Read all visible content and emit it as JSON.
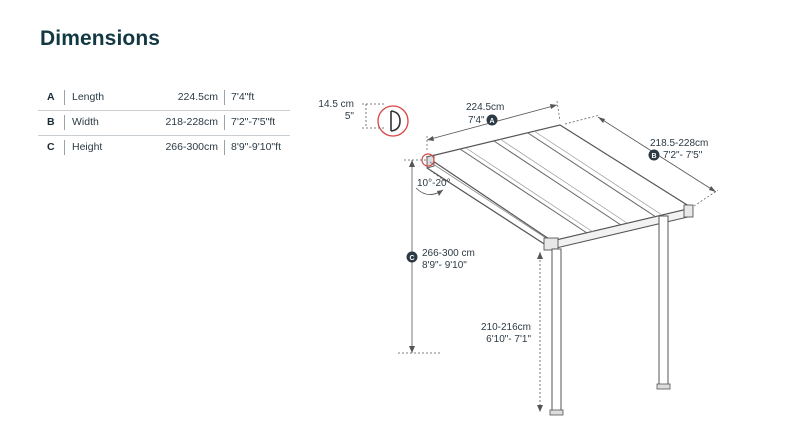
{
  "title": "Dimensions",
  "dimensions": [
    {
      "letter": "A",
      "label": "Length",
      "metric": "224.5cm",
      "imperial": "7'4\"ft"
    },
    {
      "letter": "B",
      "label": "Width",
      "metric": "218-228cm",
      "imperial": "7'2\"-7'5\"ft"
    },
    {
      "letter": "C",
      "label": "Height",
      "metric": "266-300cm",
      "imperial": "8'9\"-9'10\"ft"
    }
  ],
  "diagram": {
    "length_metric": "224.5cm",
    "length_imperial": "7'4\"",
    "length_marker": "A",
    "width_metric": "218.5-228cm",
    "width_imperial": "7'2\"- 7'5\"",
    "width_marker": "B",
    "height_metric": "266-300 cm",
    "height_imperial": "8'9\"- 9'10\"",
    "height_marker": "C",
    "gutter_metric": "14.5 cm",
    "gutter_imperial": "5\"",
    "slope_angle": "10°-20°",
    "post_metric": "210-216cm",
    "post_imperial": "6'10\"- 7'1\""
  }
}
